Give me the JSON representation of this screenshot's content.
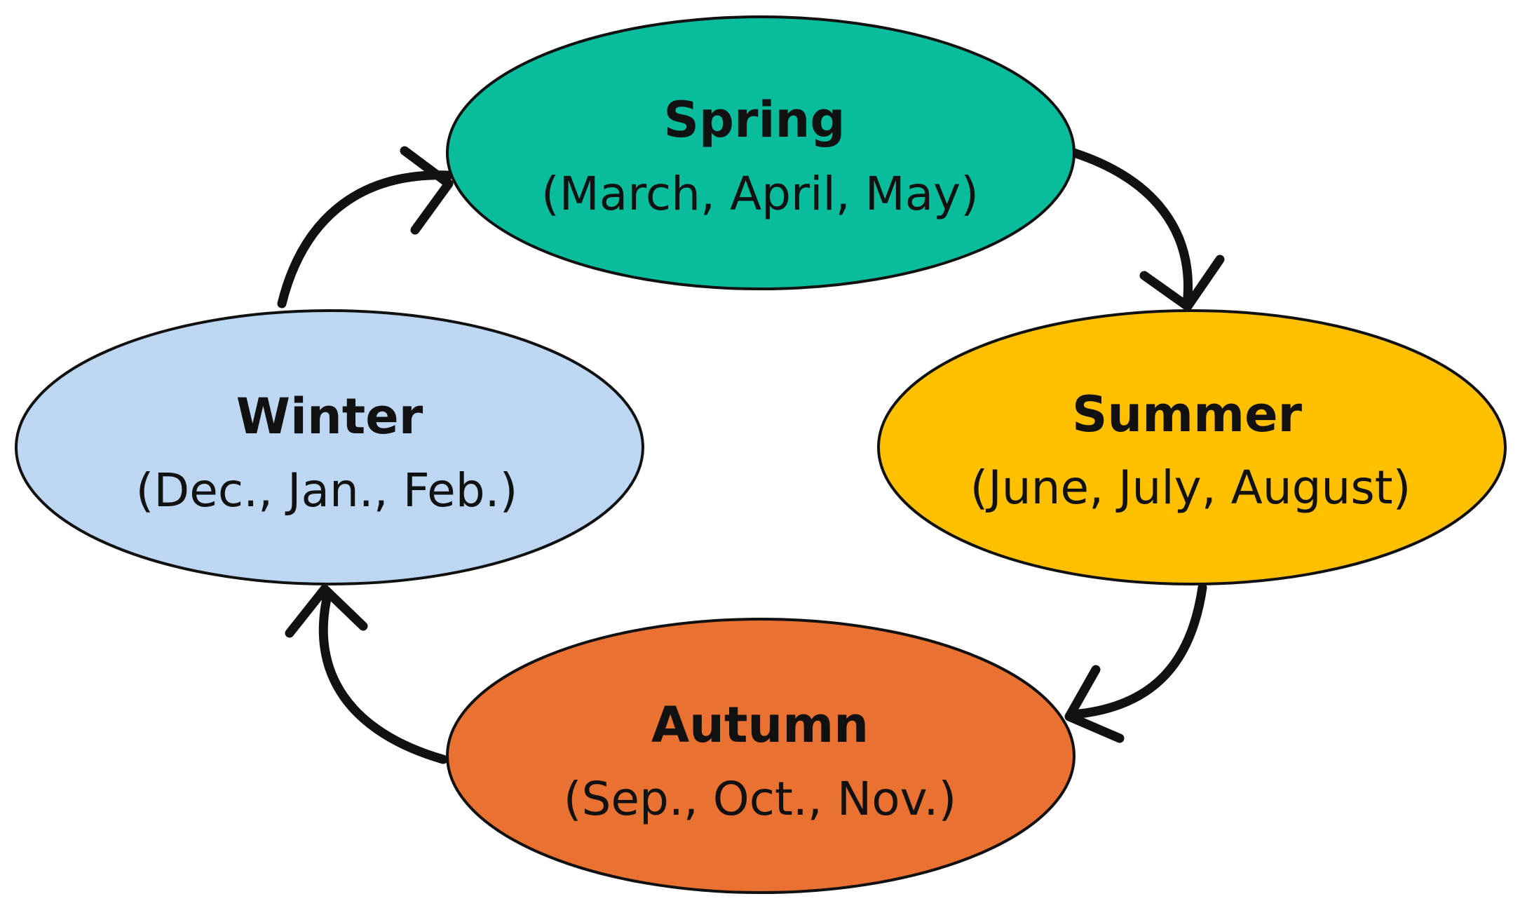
{
  "seasons": {
    "spring": {
      "name": "Spring",
      "months": "(March, April, May)",
      "color": "#08BC9C"
    },
    "summer": {
      "name": "Summer",
      "months": "(June, July, August)",
      "color": "#FFC000"
    },
    "autumn": {
      "name": "Autumn",
      "months": "(Sep., Oct., Nov.)",
      "color": "#E97132"
    },
    "winter": {
      "name": "Winter",
      "months": "(Dec., Jan., Feb.)",
      "color": "#BDD7F3"
    }
  }
}
